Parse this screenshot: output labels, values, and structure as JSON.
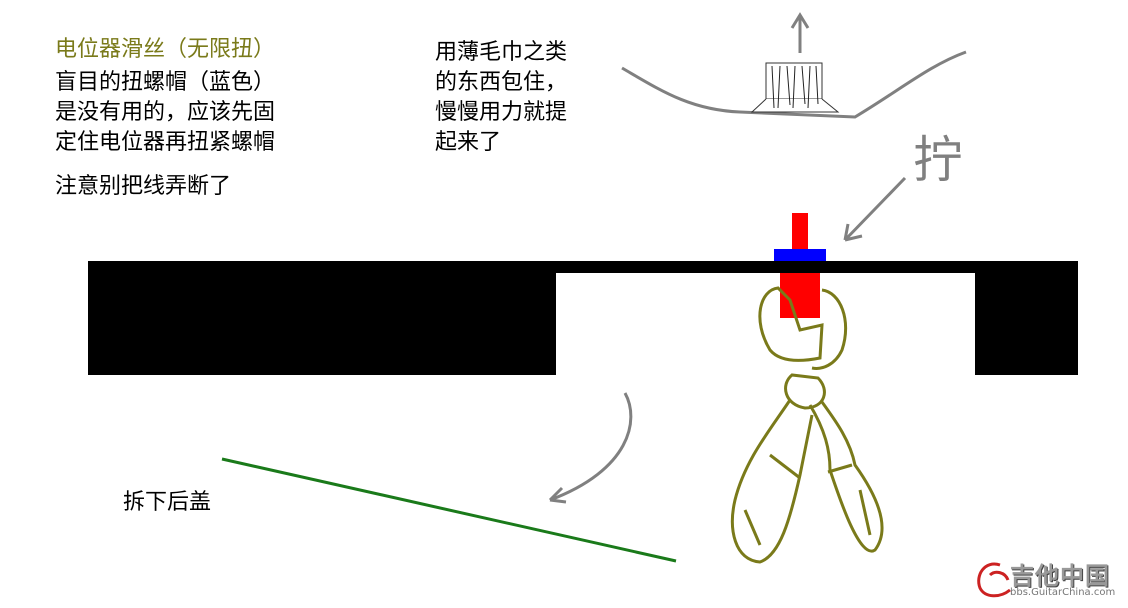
{
  "notes": {
    "title": "电位器滑丝（无限扭）",
    "left_lines": [
      "盲目的扭螺帽（蓝色）",
      "是没有用的，应该先固",
      "定住电位器再扭紧螺帽"
    ],
    "warning": "注意别把线弄断了",
    "middle_lines": [
      "用薄毛巾之类",
      "的东西包住，",
      "慢慢用力就提",
      "起来了"
    ],
    "twist_label": "拧",
    "remove_cover": "拆下后盖"
  },
  "colors": {
    "title": "#7a7a1a",
    "plate": "#000000",
    "nut": "#0000ff",
    "shaft": "#ff0000",
    "pliers": "#7a7a1a",
    "cover": "#1a7a1a",
    "arrows": "#808080"
  },
  "watermark": {
    "name": "吉他中国",
    "url": "bbs.GuitarChina.com"
  }
}
